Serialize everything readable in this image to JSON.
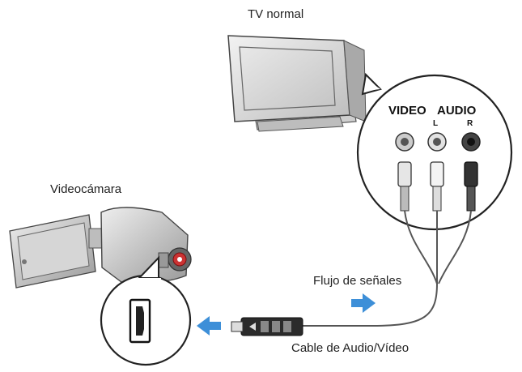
{
  "labels": {
    "tv": "TV normal",
    "camcorder": "Videocámara",
    "signal_flow": "Flujo de señales",
    "cable": "Cable de Audio/Vídeo"
  },
  "ports": {
    "video": "VIDEO",
    "audio": "AUDIO",
    "left": "L",
    "right": "R"
  },
  "colors": {
    "arrow": "#3d8fd8",
    "line": "#444444",
    "video_plug": "#e6e6e6",
    "audio_left_plug": "#f4f4f4",
    "audio_right_plug": "#333333"
  },
  "icons": {
    "tv": "crt-tv-icon",
    "camcorder": "camcorder-icon",
    "port": "hdmi-port-icon"
  }
}
